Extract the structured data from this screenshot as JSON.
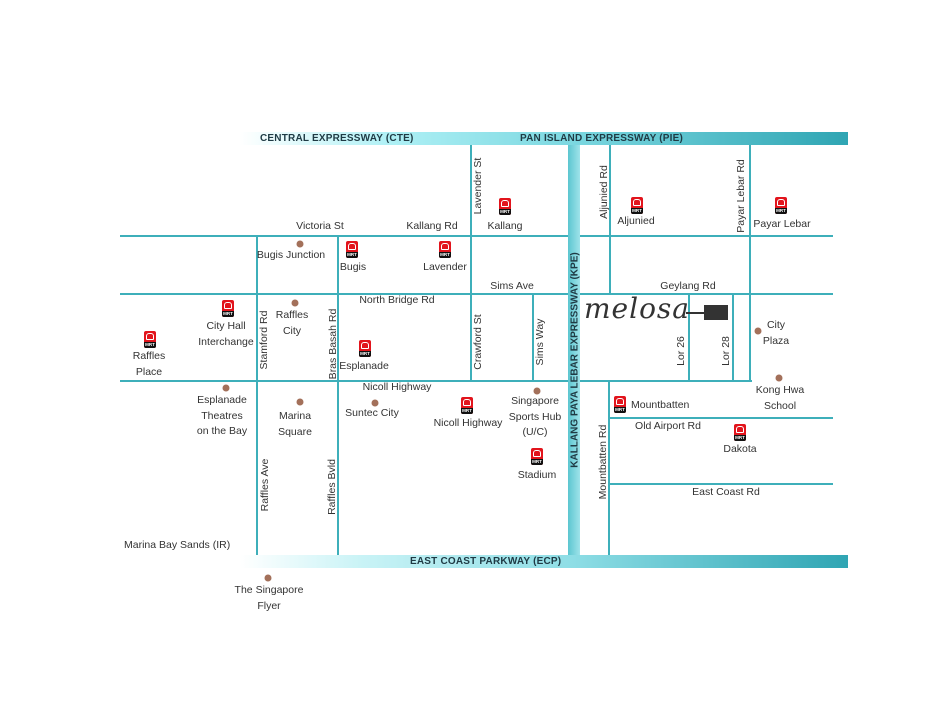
{
  "expressways": {
    "cte": "CENTRAL EXPRESSWAY (CTE)",
    "pie": "PAN ISLAND EXPRESSWAY (PIE)",
    "kpe": "KALLANG PAYA LEBAR EXPRESSWAY (KPE)",
    "ecp": "EAST COAST PARKWAY (ECP)"
  },
  "roads": {
    "victoria_st": "Victoria St",
    "kallang_rd": "Kallang Rd",
    "lavender_st": "Lavender St",
    "sims_ave": "Sims Ave",
    "north_bridge_rd": "North Bridge Rd",
    "stamford_rd": "Stamford Rd",
    "bras_basah_rd": "Bras Basah Rd",
    "crawford_st": "Crawford St",
    "sims_way": "Sims Way",
    "nicoll_highway": "Nicoll Highway",
    "raffles_ave": "Raffles Ave",
    "raffles_bvld": "Raffles Bvld",
    "aljunied_rd": "Aljunied Rd",
    "payar_lebar_rd": "Payar Lebar Rd",
    "geylang_rd": "Geylang Rd",
    "lor_26": "Lor 26",
    "lor_28": "Lor 28",
    "mountbatten_rd": "Mountbatten Rd",
    "old_airport_rd": "Old Airport Rd",
    "east_coast_rd": "East Coast Rd"
  },
  "places": {
    "bugis_junction": "Bugis Junction",
    "raffles_city": "Raffles\nCity",
    "esplanade_theatres": "Esplanade\nTheatres\non the Bay",
    "marina_square": "Marina\nSquare",
    "suntec_city": "Suntec City",
    "sports_hub": "Singapore\nSports Hub\n(U/C)",
    "marina_bay_sands": "Marina Bay Sands (IR)",
    "singapore_flyer": "The Singapore\nFlyer",
    "city_plaza": "City\nPlaza",
    "kong_hwa_school": "Kong Hwa\nSchool"
  },
  "mrt": {
    "badge": "MRT",
    "kallang": "Kallang",
    "bugis": "Bugis",
    "lavender": "Lavender",
    "city_hall": "City Hall\nInterchange",
    "raffles_place": "Raffles\nPlace",
    "esplanade": "Esplanade",
    "nicoll_highway": "Nicoll Highway",
    "stadium": "Stadium",
    "aljunied": "Aljunied",
    "payar_lebar": "Payar Lebar",
    "mountbatten": "Mountbatten",
    "dakota": "Dakota"
  },
  "logo": "melosa",
  "colors": {
    "road": "#3eafba",
    "expressway": "#2fa5b3",
    "mrt": "#e2141c",
    "landmark": "#a3705a"
  }
}
